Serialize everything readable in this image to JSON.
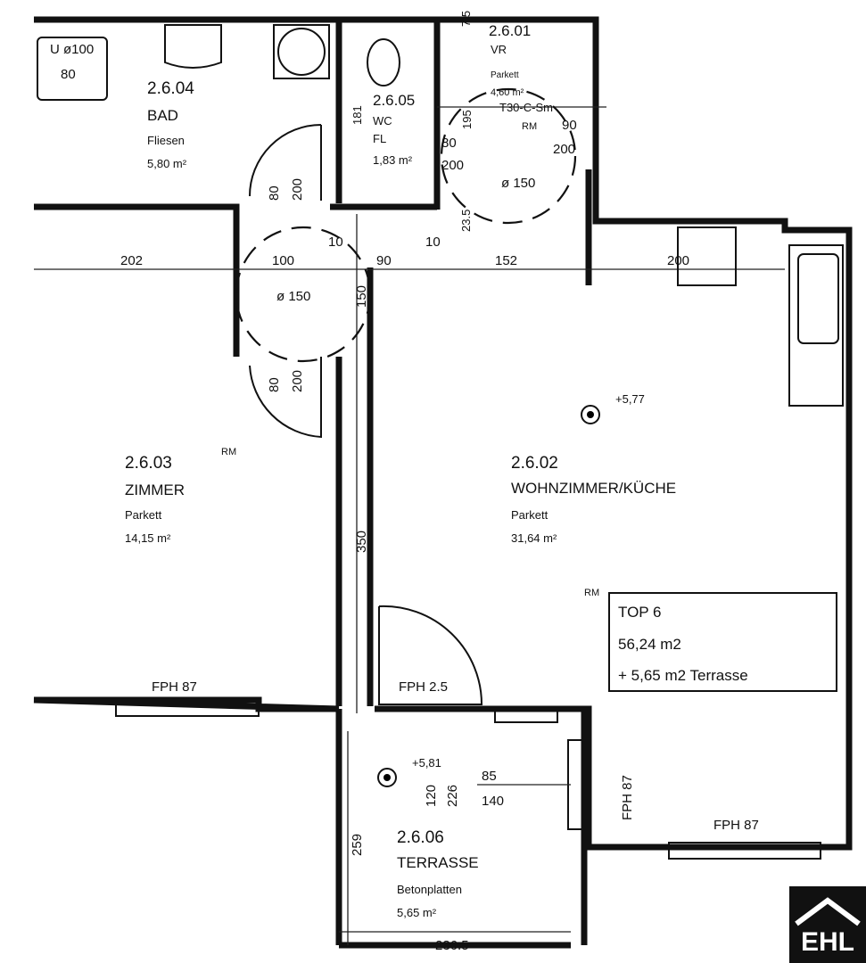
{
  "rooms": {
    "bad": {
      "number": "2.6.04",
      "name": "BAD",
      "floor": "Fliesen",
      "area": "5,80 m²"
    },
    "wc": {
      "number": "2.6.05",
      "name": "WC",
      "floor": "FL",
      "area": "1,83 m²"
    },
    "vr": {
      "number": "2.6.01",
      "name": "VR",
      "floor": "Parkett",
      "area": "4,60 m²"
    },
    "zimmer": {
      "number": "2.6.03",
      "name": "ZIMMER",
      "floor": "Parkett",
      "area": "14,15 m²"
    },
    "wohnzimmer": {
      "number": "2.6.02",
      "name": "WOHNZIMMER/KÜCHE",
      "floor": "Parkett",
      "area": "31,64 m²"
    },
    "terrasse": {
      "number": "2.6.06",
      "name": "TERRASSE",
      "floor": "Betonplatten",
      "area": "5,65 m²"
    }
  },
  "summary": {
    "unit": "TOP 6",
    "area": "56,24 m2",
    "terrace": "+ 5,65 m2 Terrasse"
  },
  "labels": {
    "shower": "U ø100",
    "shower2": "80",
    "fph_zimmer": "FPH 87",
    "fph_door": "FPH 2.5",
    "fph_right": "FPH 87",
    "fph_bottom": "FPH 87",
    "height1": "+5,77",
    "height2": "+5,81",
    "rm": "RM",
    "rm2": "RM",
    "rm3": "RM",
    "fire": "T30-C-Sm"
  },
  "dimensions": {
    "d202": "202",
    "d100": "100",
    "d10a": "10",
    "d90": "90",
    "d10b": "10",
    "d152": "152",
    "d200top": "200",
    "circle1": "ø 150",
    "circle2": "ø 150",
    "d150v": "150",
    "door_bad_w": "80",
    "door_bad_h": "200",
    "door_z_w": "80",
    "door_z_h": "200",
    "door_wc_w": "80",
    "door_wc_h": "200",
    "door_vr_w": "90",
    "door_vr_h": "200",
    "d181": "181",
    "d195": "195",
    "d75": "7.5",
    "d235": "23.5",
    "d350": "350",
    "d85": "85",
    "d140": "140",
    "d120": "120",
    "d226": "226",
    "d259": "259",
    "d2365": "236.5"
  },
  "logo": {
    "text": "EHL"
  }
}
